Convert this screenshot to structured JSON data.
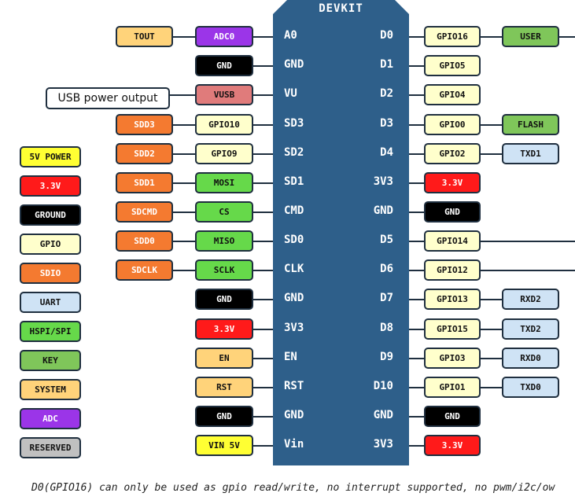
{
  "board": {
    "title": "DEVKIT"
  },
  "left_pins": [
    "A0",
    "GND",
    "VU",
    "SD3",
    "SD2",
    "SD1",
    "CMD",
    "SD0",
    "CLK",
    "GND",
    "3V3",
    "EN",
    "RST",
    "GND",
    "Vin"
  ],
  "right_pins": [
    "D0",
    "D1",
    "D2",
    "D3",
    "D4",
    "3V3",
    "GND",
    "D5",
    "D6",
    "D7",
    "D8",
    "D9",
    "D10",
    "GND",
    "3V3"
  ],
  "left_inner": [
    "ADC0",
    "GND",
    "VUSB",
    "GPIO10",
    "GPIO9",
    "MOSI",
    "CS",
    "MISO",
    "SCLK",
    "GND",
    "3.3V",
    "EN",
    "RST",
    "GND",
    "VIN 5V"
  ],
  "left_outer": [
    "TOUT",
    "",
    "USB power output",
    "SDD3",
    "SDD2",
    "SDD1",
    "SDCMD",
    "SDD0",
    "SDCLK",
    "",
    "",
    "",
    "",
    "",
    ""
  ],
  "right_inner": [
    "GPIO16",
    "GPIO5",
    "GPIO4",
    "GPIO0",
    "GPIO2",
    "3.3V",
    "GND",
    "GPIO14",
    "GPIO12",
    "GPIO13",
    "GPIO15",
    "GPIO3",
    "GPIO1",
    "GND",
    "3.3V"
  ],
  "right_outer": [
    "USER",
    "",
    "",
    "FLASH",
    "TXD1",
    "",
    "",
    "",
    "",
    "RXD2",
    "TXD2",
    "RXD0",
    "TXD0",
    "",
    ""
  ],
  "legend": [
    "5V POWER",
    "3.3V",
    "GROUND",
    "GPIO",
    "SDIO",
    "UART",
    "HSPI/SPI",
    "KEY",
    "SYSTEM",
    "ADC",
    "RESERVED"
  ],
  "colors": {
    "adc": "#9b35e8",
    "gnd": "#000000",
    "usb_power": "#e07b7b",
    "sdio": "#f47a30",
    "gpio": "#ffffcc",
    "spi": "#66d94a",
    "power_3v3": "#ff1a1a",
    "power_5v": "#ffff33",
    "uart": "#cfe3f5",
    "key": "#7fc65a",
    "system": "#ffd37a",
    "reserved": "#c0c0c0",
    "user": "#7fc65a",
    "tout": "#ffd37a"
  },
  "footer": {
    "note": "D0(GPIO16) can only be used as gpio read/write, no interrupt supported, no pwm/i2c/ow"
  }
}
